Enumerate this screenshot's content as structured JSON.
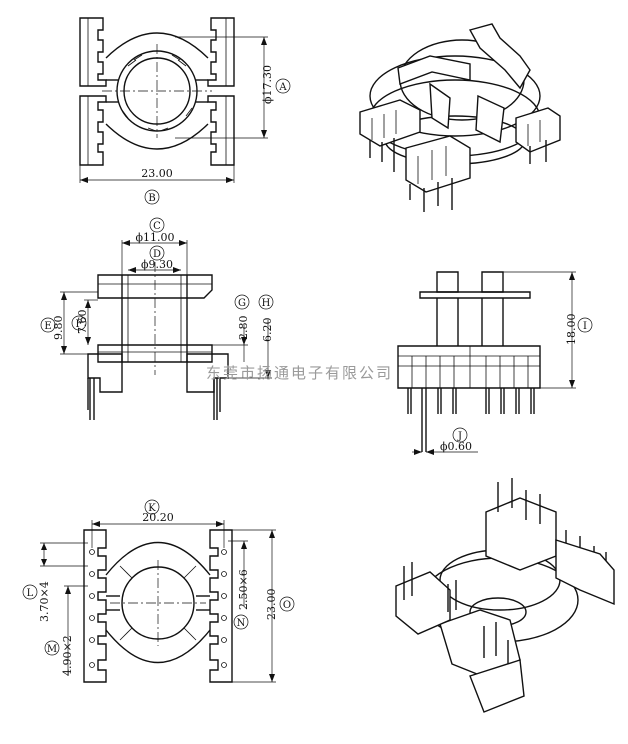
{
  "watermark": "东莞市扬通电子有限公司",
  "views": {
    "top": {
      "dims": [
        {
          "id": "A",
          "value": "ϕ17.30"
        },
        {
          "id": "B",
          "value": "23.00"
        }
      ]
    },
    "front": {
      "dims": [
        {
          "id": "C",
          "value": "ϕ11.00"
        },
        {
          "id": "D",
          "value": "ϕ9.30"
        },
        {
          "id": "E",
          "value": "9.80"
        },
        {
          "id": "F",
          "value": "7.60"
        },
        {
          "id": "G",
          "value": "2.80"
        },
        {
          "id": "H",
          "value": "6.20"
        }
      ]
    },
    "side": {
      "dims": [
        {
          "id": "I",
          "value": "18.00"
        },
        {
          "id": "J",
          "value": "ϕ0.60"
        }
      ]
    },
    "bottom": {
      "dims": [
        {
          "id": "K",
          "value": "20.20"
        },
        {
          "id": "L",
          "value": "3.70×4"
        },
        {
          "id": "M",
          "value": "4.90×2"
        },
        {
          "id": "N",
          "value": "2.50×6"
        },
        {
          "id": "O",
          "value": "23.00"
        }
      ]
    }
  }
}
